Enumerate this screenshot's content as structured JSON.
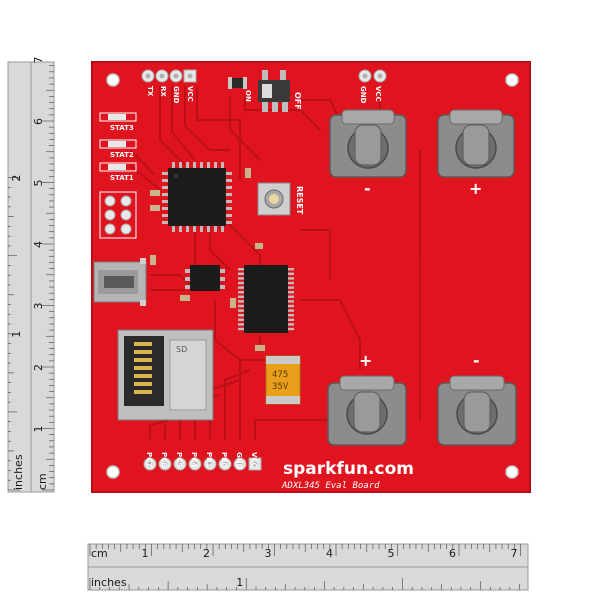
{
  "rulers": {
    "vertical": {
      "unit_inches": "inches",
      "unit_cm": "cm",
      "cm_numbers": [
        "1",
        "2",
        "3",
        "4",
        "5",
        "6",
        "7"
      ],
      "inch_numbers": [
        "1",
        "2"
      ]
    },
    "horizontal": {
      "unit_cm": "cm",
      "unit_inches": "inches",
      "cm_numbers": [
        "1",
        "2",
        "3",
        "4",
        "5",
        "6",
        "7"
      ],
      "inch_numbers": [
        "1"
      ]
    }
  },
  "board": {
    "brand": "sparkfun.com",
    "name": "ADXL345 Eval Board",
    "header_top_left": [
      "TX",
      "RX",
      "GND",
      "VCC"
    ],
    "header_top_right": [
      "GND",
      "VCC"
    ],
    "switch_on": "ON",
    "switch_off": "OFF",
    "status_leds": [
      "STAT3",
      "STAT2",
      "STAT1"
    ],
    "reset": "RESET",
    "battery_minus": "-",
    "battery_plus": "+",
    "bottom_header": [
      "PC7",
      "PC6",
      "PC5",
      "PC4",
      "PB1",
      "PB0",
      "GND",
      "VCC"
    ],
    "capacitor": [
      "475",
      "35V"
    ],
    "micro_sd": "SD"
  },
  "colors": {
    "pcb_red": "#e0141e",
    "pcb_dark": "#b80f18",
    "silkscreen": "#ffffff",
    "chip_black": "#1c1c1c",
    "metal": "#8c8c8c",
    "capacitor": "#e8a01a",
    "ruler_bg": "#d9d9d9"
  }
}
